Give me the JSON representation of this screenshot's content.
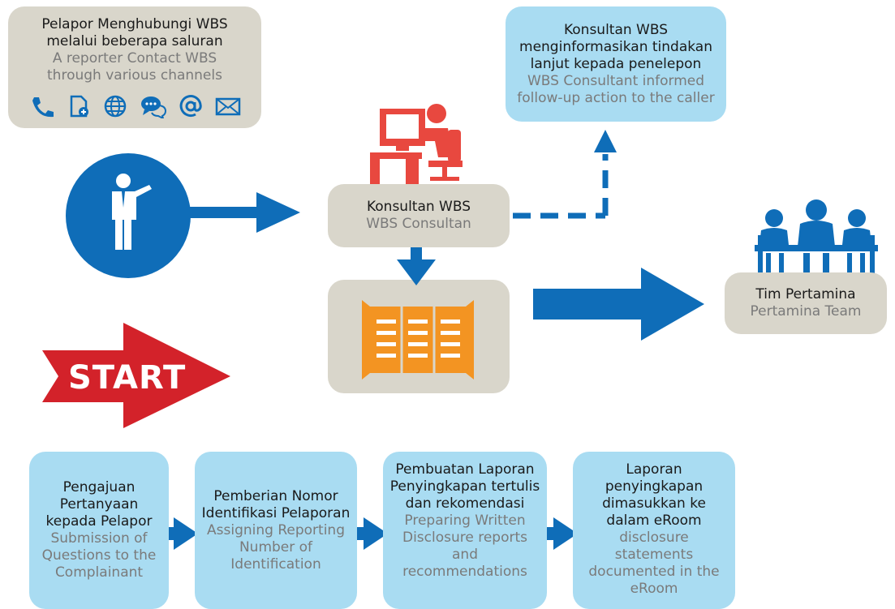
{
  "reporter_box": {
    "id_text": "Pelapor Menghubungi WBS melalui beberapa saluran",
    "en_text": "A reporter Contact WBS through various channels",
    "channel_icons": [
      "phone-icon",
      "document-icon",
      "globe-icon",
      "chat-icon",
      "at-icon",
      "envelope-icon"
    ]
  },
  "consultant_info_box": {
    "id_text": "Konsultan WBS menginformasikan tindakan lanjut kepada penelepon",
    "en_text": "WBS Consultant informed follow-up action to the caller"
  },
  "consultant_box": {
    "id_text": "Konsultan WBS",
    "en_text": "WBS Consultan"
  },
  "team_box": {
    "id_text": "Tim Pertamina",
    "en_text": "Pertamina Team"
  },
  "start_label": "START",
  "steps": [
    {
      "id_text": "Pengajuan Pertanyaan kepada Pelapor",
      "en_text": "Submission of Questions to the Complainant"
    },
    {
      "id_text": "Pemberian Nomor Identifikasi Pelaporan",
      "en_text": "Assigning Reporting Number of Identification"
    },
    {
      "id_text": "Pembuatan Laporan Penyingkapan tertulis dan rekomendasi",
      "en_text": "Preparing Written Disclosure reports and recommendations"
    },
    {
      "id_text": "Laporan penyingkapan dimasukkan ke dalam eRoom",
      "en_text": "disclosure statements documented in the eRoom"
    }
  ],
  "colors": {
    "gray_box": "#d9d6cb",
    "blue_box": "#a9dcf2",
    "primary_blue": "#0f6db8",
    "start_red": "#d3222a",
    "consultant_red": "#e8483f",
    "book_orange": "#f39422"
  }
}
